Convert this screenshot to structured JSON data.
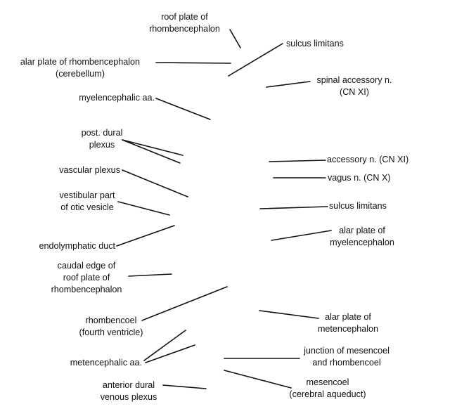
{
  "labels": {
    "roof_plate_rhomb": [
      "roof plate of",
      "rhombencephalon"
    ],
    "sulcus_limitans_upper": "sulcus limitans",
    "alar_plate_rhomb": [
      "alar plate of rhombencephalon",
      "(cerebellum)"
    ],
    "spinal_accessory": [
      "spinal accessory n.",
      "(CN XI)"
    ],
    "myelencephalic_aa": "myelencephalic aa.",
    "post_dural_plexus": [
      "post. dural",
      "plexus"
    ],
    "accessory_n": "accessory n. (CN XI)",
    "vascular_plexus": "vascular plexus",
    "vagus_n": "vagus n. (CN X)",
    "vestibular_part": [
      "vestibular part",
      "of otic vesicle"
    ],
    "sulcus_limitans_lower": "sulcus limitans",
    "alar_plate_myel": [
      "alar plate of",
      "myelencephalon"
    ],
    "endolymphatic_duct": "endolymphatic duct",
    "caudal_edge": [
      "caudal edge of",
      "roof plate of",
      "rhombencephalon"
    ],
    "rhombencoel": [
      "rhombencoel",
      "(fourth ventricle)"
    ],
    "alar_plate_met": [
      "alar plate of",
      "metencephalon"
    ],
    "junction": [
      "junction of mesencoel",
      "and rhombencoel"
    ],
    "metencephalic_aa": "metencephalic aa.",
    "mesencoel": [
      "mesencoel",
      "(cerebral aqueduct)"
    ],
    "anterior_dural": [
      "anterior dural",
      "venous plexus"
    ]
  }
}
